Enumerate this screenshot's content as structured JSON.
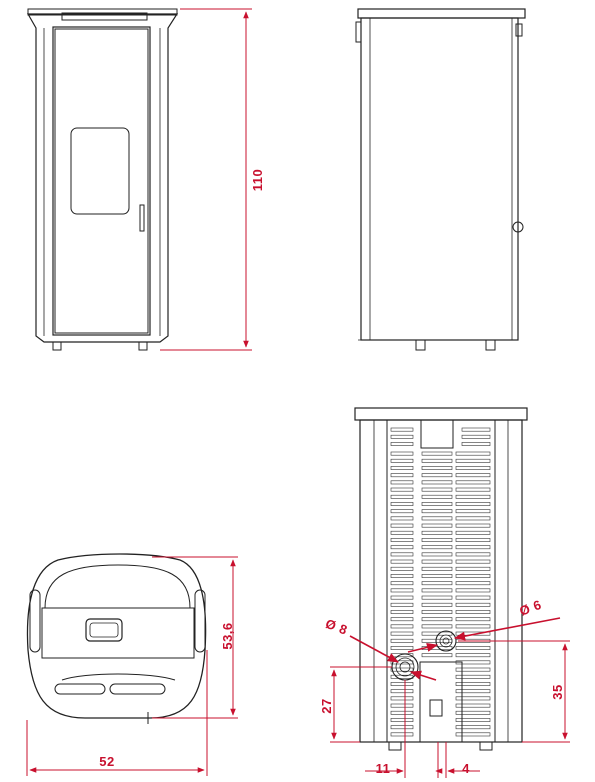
{
  "colors": {
    "dimension": "#c8102e",
    "outline": "#222222",
    "panel": "#f2f2f2"
  },
  "dimensions": {
    "height": "110",
    "depth": "53,6",
    "width": "52",
    "diameter_upper": "Ø 6",
    "diameter_lower": "Ø 8",
    "outlet_upper_height": "35",
    "outlet_lower_height": "27",
    "offset_left": "11",
    "offset_right": "4"
  }
}
